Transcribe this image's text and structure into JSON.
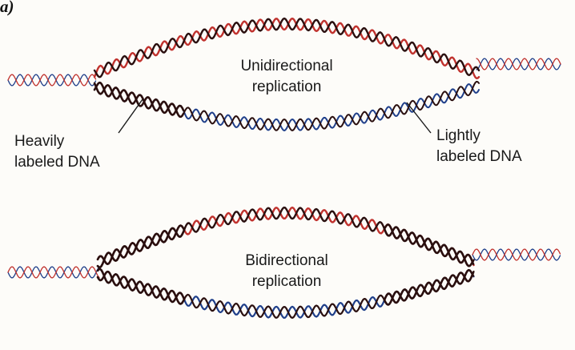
{
  "panel_label": "a)",
  "diagrams": [
    {
      "title_line1": "Unidirectional",
      "title_line2": "replication",
      "left_label_line1": "Heavily",
      "left_label_line2": "labeled DNA",
      "right_label_line1": "Lightly",
      "right_label_line2": "labeled DNA"
    },
    {
      "title_line1": "Bidirectional",
      "title_line2": "replication"
    }
  ],
  "colors": {
    "heavy_strand": "#2a0f0f",
    "light_red": "#c0322e",
    "light_blue": "#1f3f8a",
    "background": "#fdfcf9"
  }
}
